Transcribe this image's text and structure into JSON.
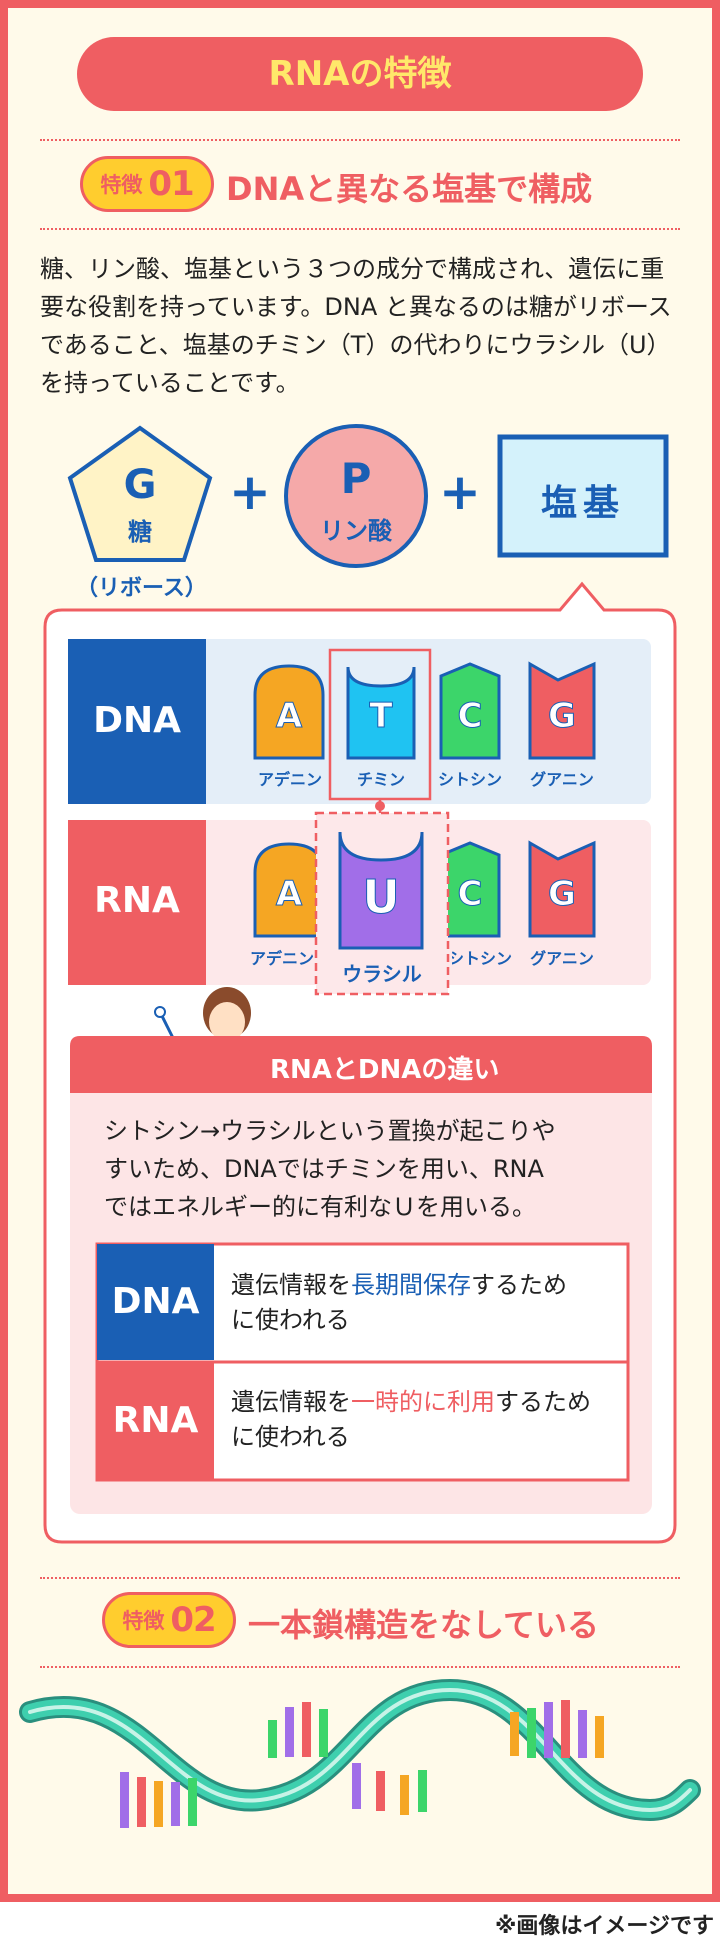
{
  "header": {
    "title": "RNAの特徴"
  },
  "feature1": {
    "badge_label": "特徴",
    "badge_number": "01",
    "title": "DNAと異なる塩基で構成",
    "body": "糖、リン酸、塩基という３つの成分で構成され、遺伝に重要な役割を持っています。DNA と異なるのは糖がリボースであること、塩基のチミン（T）の代わりにウラシル（U）を持っていることです。"
  },
  "components": {
    "sugar_letter": "G",
    "sugar_label": "糖",
    "sugar_note": "（リボース）",
    "plus": "+",
    "phosphate_letter": "P",
    "phosphate_label": "リン酸",
    "base_label": "塩基"
  },
  "dna_row": {
    "label": "DNA",
    "bases": [
      {
        "letter": "A",
        "name": "アデニン"
      },
      {
        "letter": "T",
        "name": "チミン"
      },
      {
        "letter": "C",
        "name": "シトシン"
      },
      {
        "letter": "G",
        "name": "グアニン"
      }
    ]
  },
  "rna_row": {
    "label": "RNA",
    "bases": [
      {
        "letter": "A",
        "name": "アデニン"
      },
      {
        "letter": "U",
        "name": "ウラシル"
      },
      {
        "letter": "C",
        "name": "シトシン"
      },
      {
        "letter": "G",
        "name": "グアニン"
      }
    ]
  },
  "difference": {
    "heading": "RNAとDNAの違い",
    "body_lines": [
      "シトシン→ウラシルという置換が起こりや",
      "すいため、DNAではチミンを用い、RNA",
      "ではエネルギー的に有利なＵを用いる。"
    ],
    "table": [
      {
        "label": "DNA",
        "prefix": "遺伝情報を",
        "highlight": "長期間保存",
        "suffix": "するため",
        "line2": "に使われる"
      },
      {
        "label": "RNA",
        "prefix": "遺伝情報を",
        "highlight": "一時的に利用",
        "suffix": "するため",
        "line2": "に使われる"
      }
    ]
  },
  "feature2": {
    "badge_label": "特徴",
    "badge_number": "02",
    "title": "一本鎖構造をなしている"
  },
  "footer": {
    "note": "※画像はイメージです"
  },
  "colors": {
    "accent": "#ef5e62",
    "badge_yellow": "#ffcd2e",
    "dna_blue": "#1a5fb4",
    "background": "#fffaea",
    "adenine": "#f5a623",
    "thymine": "#1fc3f2",
    "cytosine": "#3cd56a",
    "guanine": "#ef5e62",
    "uracil": "#a16ee8",
    "helix": "#3ecfae"
  }
}
